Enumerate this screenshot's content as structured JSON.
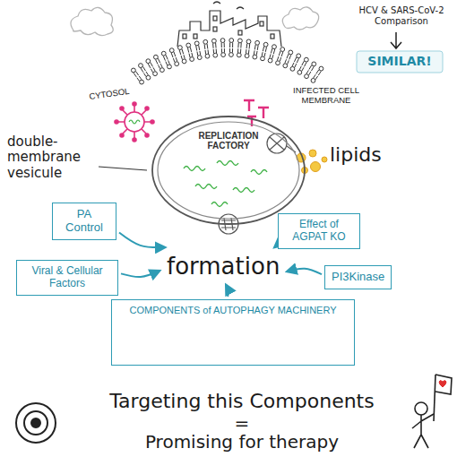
{
  "diagram": {
    "nodes": [
      {
        "text": [
          "REPLICATION FACTORY"
        ]
      },
      {
        "text": [
          "PA Control"
        ]
      },
      {
        "text": [
          "Effect of AGPAT KO"
        ]
      },
      {
        "text": [
          "formation"
        ]
      },
      {
        "text": [
          "Viral & Cellular Factors"
        ]
      },
      {
        "text": [
          "PI3Kinase"
        ]
      },
      {
        "text": [
          "COMPONENTS of AUTOPHAGY MACHINERY"
        ]
      }
    ],
    "edges": [
      {
        "from": 1,
        "to": 3,
        "arrow": "to"
      },
      {
        "from": 2,
        "to": 3,
        "arrow": "to"
      },
      {
        "from": 4,
        "to": 3,
        "arrow": "to"
      },
      {
        "from": 5,
        "to": 3,
        "arrow": "to"
      },
      {
        "from": 6,
        "to": 3,
        "arrow": "to"
      }
    ],
    "labels": [
      "HCV & SARS-CoV-2 Comparison",
      "SIMILAR!",
      "INFECTED CELL MEMBRANE",
      "CYTOSOL",
      "double-membrane vesicule",
      "lipids",
      "Targeting this Components",
      "=",
      "Promising for therapy"
    ]
  }
}
